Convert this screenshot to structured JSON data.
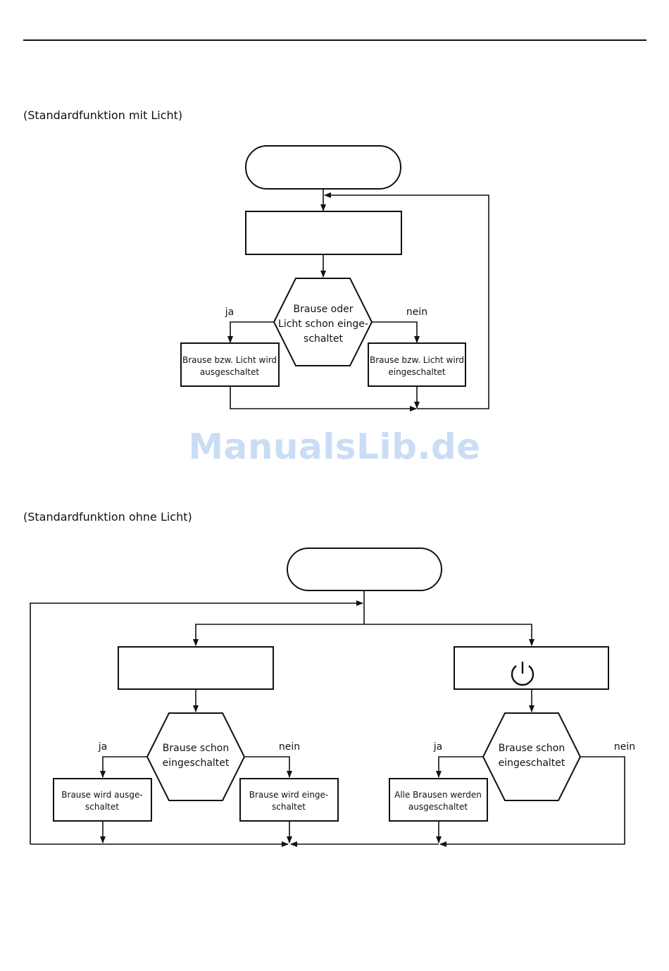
{
  "diagram1": {
    "title": "(Standardfunktion mit Licht)",
    "decision": [
      "Brause oder",
      "Licht schon einge-",
      "schaltet"
    ],
    "yes_label": "ja",
    "no_label": "nein",
    "yes_action": [
      "Brause bzw. Licht wird",
      "ausgeschaltet"
    ],
    "no_action": [
      "Brause bzw. Licht wird",
      "eingeschaltet"
    ]
  },
  "watermark": "ManualsLib.de",
  "diagram2": {
    "title": "(Standardfunktion ohne Licht)",
    "left": {
      "decision": [
        "Brause schon",
        "eingeschaltet"
      ],
      "yes_label": "ja",
      "no_label": "nein",
      "yes_action": [
        "Brause wird ausge-",
        "schaltet"
      ],
      "no_action": [
        "Brause wird einge-",
        "schaltet"
      ]
    },
    "right": {
      "button_icon": "power-icon",
      "decision": [
        "Brause schon",
        "eingeschaltet"
      ],
      "yes_label": "ja",
      "no_label": "nein",
      "yes_action": [
        "Alle Brausen werden",
        "ausgeschaltet"
      ]
    }
  }
}
